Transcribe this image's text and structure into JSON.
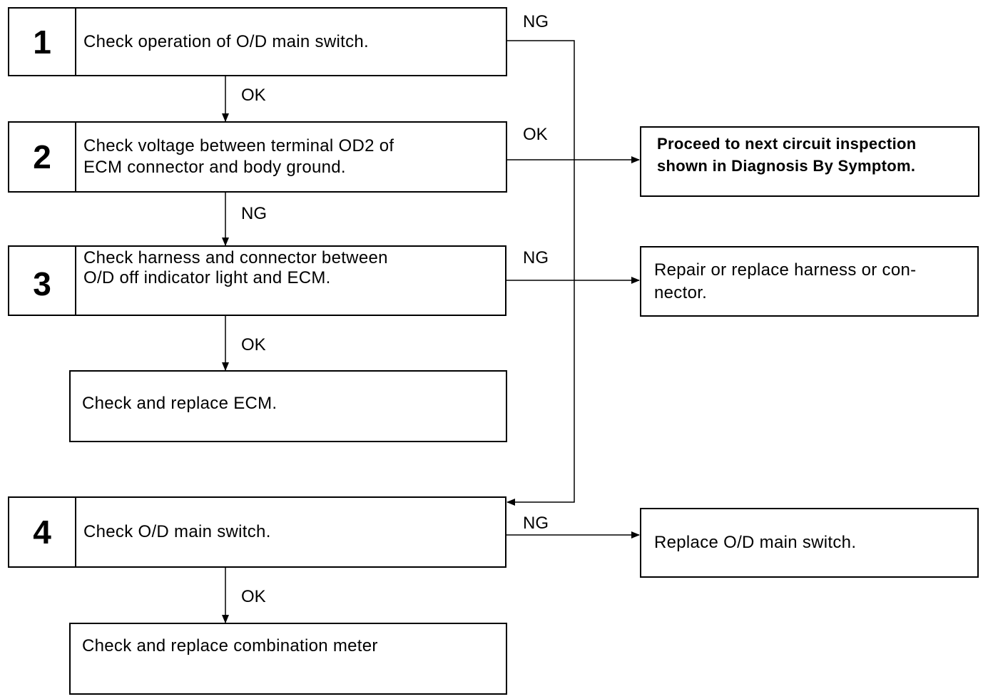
{
  "steps": [
    {
      "number": "1",
      "lines": [
        "Check operation of O/D main switch."
      ]
    },
    {
      "number": "2",
      "lines": [
        "Check voltage between terminal OD2 of",
        "ECM connector and body ground."
      ]
    },
    {
      "number": "3",
      "lines": [
        "Check harness and connector between",
        "O/D off indicator light and ECM."
      ]
    },
    {
      "number": "4",
      "lines": [
        "Check O/D main switch."
      ]
    }
  ],
  "actions": {
    "replace_ecm": "Check and replace ECM.",
    "replace_meter": "Check and replace combination meter"
  },
  "results": {
    "proceed": [
      "Proceed to next circuit inspection",
      "shown in Diagnosis By Symptom."
    ],
    "repair": [
      "Repair or replace harness or con-",
      "nector."
    ],
    "replace_switch": "Replace O/D main switch."
  },
  "labels": {
    "ok": "OK",
    "ng": "NG"
  }
}
